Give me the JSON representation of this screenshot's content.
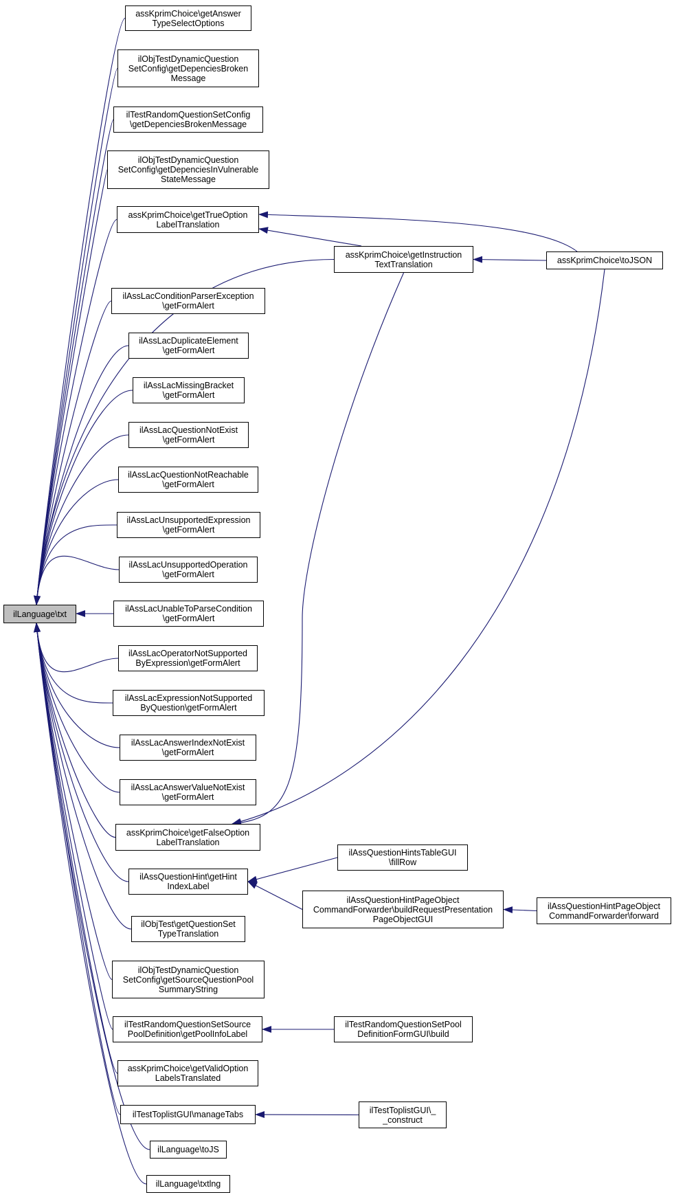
{
  "focus_node": "ilLanguage\\txt",
  "colors": {
    "edge": "#191970",
    "focus_fill": "#bfbfbf",
    "node_fill": "#ffffff",
    "border": "#000000"
  },
  "nodes": [
    {
      "id": "n0",
      "label": "ilLanguage\\txt"
    },
    {
      "id": "n1",
      "label": "assKprimChoice\\getAnswer\nTypeSelectOptions"
    },
    {
      "id": "n2",
      "label": "ilObjTestDynamicQuestion\nSetConfig\\getDepenciesBroken\nMessage"
    },
    {
      "id": "n3",
      "label": "ilTestRandomQuestionSetConfig\n\\getDepenciesBrokenMessage"
    },
    {
      "id": "n4",
      "label": "ilObjTestDynamicQuestion\nSetConfig\\getDepenciesInVulnerable\nStateMessage"
    },
    {
      "id": "n5",
      "label": "assKprimChoice\\getTrueOption\nLabelTranslation"
    },
    {
      "id": "n6",
      "label": "assKprimChoice\\getInstruction\nTextTranslation"
    },
    {
      "id": "n7",
      "label": "assKprimChoice\\toJSON"
    },
    {
      "id": "n8",
      "label": "ilAssLacConditionParserException\n\\getFormAlert"
    },
    {
      "id": "n9",
      "label": "ilAssLacDuplicateElement\n\\getFormAlert"
    },
    {
      "id": "n10",
      "label": "ilAssLacMissingBracket\n\\getFormAlert"
    },
    {
      "id": "n11",
      "label": "ilAssLacQuestionNotExist\n\\getFormAlert"
    },
    {
      "id": "n12",
      "label": "ilAssLacQuestionNotReachable\n\\getFormAlert"
    },
    {
      "id": "n13",
      "label": "ilAssLacUnsupportedExpression\n\\getFormAlert"
    },
    {
      "id": "n14",
      "label": "ilAssLacUnsupportedOperation\n\\getFormAlert"
    },
    {
      "id": "n15",
      "label": "ilAssLacUnableToParseCondition\n\\getFormAlert"
    },
    {
      "id": "n16",
      "label": "ilAssLacOperatorNotSupported\nByExpression\\getFormAlert"
    },
    {
      "id": "n17",
      "label": "ilAssLacExpressionNotSupported\nByQuestion\\getFormAlert"
    },
    {
      "id": "n18",
      "label": "ilAssLacAnswerIndexNotExist\n\\getFormAlert"
    },
    {
      "id": "n19",
      "label": "ilAssLacAnswerValueNotExist\n\\getFormAlert"
    },
    {
      "id": "n20",
      "label": "assKprimChoice\\getFalseOption\nLabelTranslation"
    },
    {
      "id": "n21",
      "label": "ilAssQuestionHintsTableGUI\n\\fillRow"
    },
    {
      "id": "n22",
      "label": "ilAssQuestionHint\\getHint\nIndexLabel"
    },
    {
      "id": "n23",
      "label": "ilAssQuestionHintPageObject\nCommandForwarder\\buildRequestPresentation\nPageObjectGUI"
    },
    {
      "id": "n24",
      "label": "ilAssQuestionHintPageObject\nCommandForwarder\\forward"
    },
    {
      "id": "n25",
      "label": "ilObjTest\\getQuestionSet\nTypeTranslation"
    },
    {
      "id": "n26",
      "label": "ilObjTestDynamicQuestion\nSetConfig\\getSourceQuestionPool\nSummaryString"
    },
    {
      "id": "n27",
      "label": "ilTestRandomQuestionSetSource\nPoolDefinition\\getPoolInfoLabel"
    },
    {
      "id": "n28",
      "label": "ilTestRandomQuestionSetPool\nDefinitionFormGUI\\build"
    },
    {
      "id": "n29",
      "label": "assKprimChoice\\getValidOption\nLabelsTranslated"
    },
    {
      "id": "n30",
      "label": "ilTestToplistGUI\\manageTabs"
    },
    {
      "id": "n31",
      "label": "ilTestToplistGUI\\_\n_construct"
    },
    {
      "id": "n32",
      "label": "ilLanguage\\toJS"
    },
    {
      "id": "n33",
      "label": "ilLanguage\\txtlng"
    }
  ],
  "edges": [
    {
      "from": "n1",
      "to": "n0"
    },
    {
      "from": "n2",
      "to": "n0"
    },
    {
      "from": "n3",
      "to": "n0"
    },
    {
      "from": "n4",
      "to": "n0"
    },
    {
      "from": "n5",
      "to": "n0"
    },
    {
      "from": "n6",
      "to": "n0"
    },
    {
      "from": "n8",
      "to": "n0"
    },
    {
      "from": "n9",
      "to": "n0"
    },
    {
      "from": "n10",
      "to": "n0"
    },
    {
      "from": "n11",
      "to": "n0"
    },
    {
      "from": "n12",
      "to": "n0"
    },
    {
      "from": "n13",
      "to": "n0"
    },
    {
      "from": "n14",
      "to": "n0"
    },
    {
      "from": "n15",
      "to": "n0"
    },
    {
      "from": "n16",
      "to": "n0"
    },
    {
      "from": "n17",
      "to": "n0"
    },
    {
      "from": "n18",
      "to": "n0"
    },
    {
      "from": "n19",
      "to": "n0"
    },
    {
      "from": "n20",
      "to": "n0"
    },
    {
      "from": "n22",
      "to": "n0"
    },
    {
      "from": "n25",
      "to": "n0"
    },
    {
      "from": "n26",
      "to": "n0"
    },
    {
      "from": "n27",
      "to": "n0"
    },
    {
      "from": "n29",
      "to": "n0"
    },
    {
      "from": "n30",
      "to": "n0"
    },
    {
      "from": "n32",
      "to": "n0"
    },
    {
      "from": "n33",
      "to": "n0"
    },
    {
      "from": "n6",
      "to": "n5"
    },
    {
      "from": "n7",
      "to": "n5"
    },
    {
      "from": "n7",
      "to": "n6"
    },
    {
      "from": "n6",
      "to": "n20"
    },
    {
      "from": "n7",
      "to": "n20"
    },
    {
      "from": "n21",
      "to": "n22"
    },
    {
      "from": "n23",
      "to": "n22"
    },
    {
      "from": "n24",
      "to": "n23"
    },
    {
      "from": "n28",
      "to": "n27"
    },
    {
      "from": "n31",
      "to": "n30"
    }
  ]
}
